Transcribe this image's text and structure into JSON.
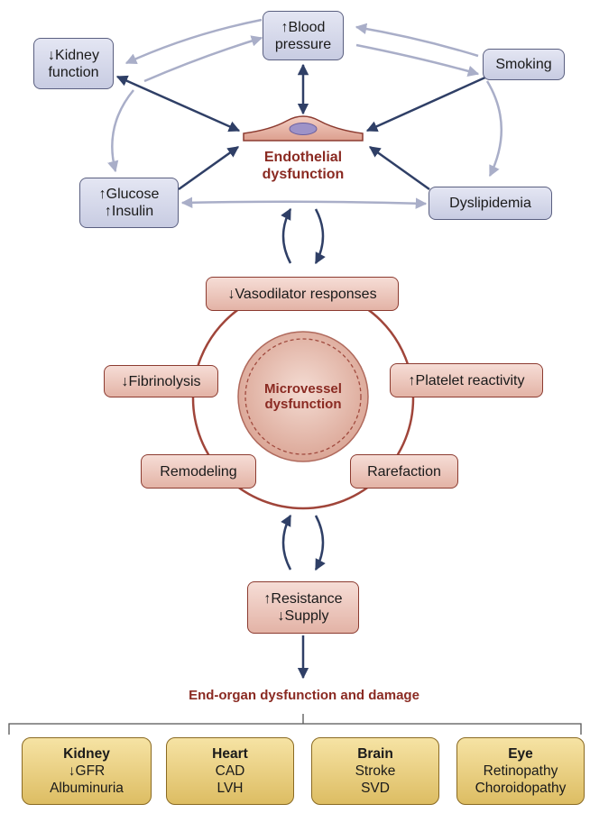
{
  "risk_factors": {
    "kidney": [
      "↓Kidney",
      "function"
    ],
    "blood_pressure": [
      "↑Blood",
      "pressure"
    ],
    "smoking": "Smoking",
    "glucose": [
      "↑Glucose",
      "↑Insulin"
    ],
    "dyslipidemia": "Dyslipidemia"
  },
  "endothelial_label": [
    "Endothelial",
    "dysfunction"
  ],
  "microvessel": {
    "label": [
      "Microvessel",
      "dysfunction"
    ],
    "vasodilator": "↓Vasodilator responses",
    "fibrinolysis": "↓Fibrinolysis",
    "platelet": "↑Platelet reactivity",
    "remodeling": "Remodeling",
    "rarefaction": "Rarefaction"
  },
  "resistance": [
    "↑Resistance",
    "↓Supply"
  ],
  "end_organ_label": "End-organ dysfunction and damage",
  "organs": [
    {
      "title": "Kidney",
      "line1": "↓GFR",
      "line2": "Albuminuria"
    },
    {
      "title": "Heart",
      "line1": "CAD",
      "line2": "LVH"
    },
    {
      "title": "Brain",
      "line1": "Stroke",
      "line2": "SVD"
    },
    {
      "title": "Eye",
      "line1": "Retinopathy",
      "line2": "Choroidopathy"
    }
  ],
  "colors": {
    "risk_box": "#d6d9ec",
    "micro_box": "#ecc7bc",
    "organ_box": "#e9cf7f",
    "dark_arrow": "#2f3f66",
    "light_arrow": "#a9aec8",
    "label_red": "#8a2a22"
  }
}
